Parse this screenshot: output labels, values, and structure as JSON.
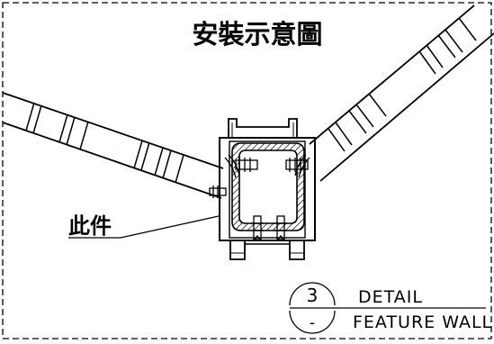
{
  "title": "安裝示意圖",
  "part_label": "此件",
  "detail_tag": {
    "number": "3",
    "sheet": "-",
    "line1": "DETAIL",
    "line2": "FEATURE WALL"
  }
}
